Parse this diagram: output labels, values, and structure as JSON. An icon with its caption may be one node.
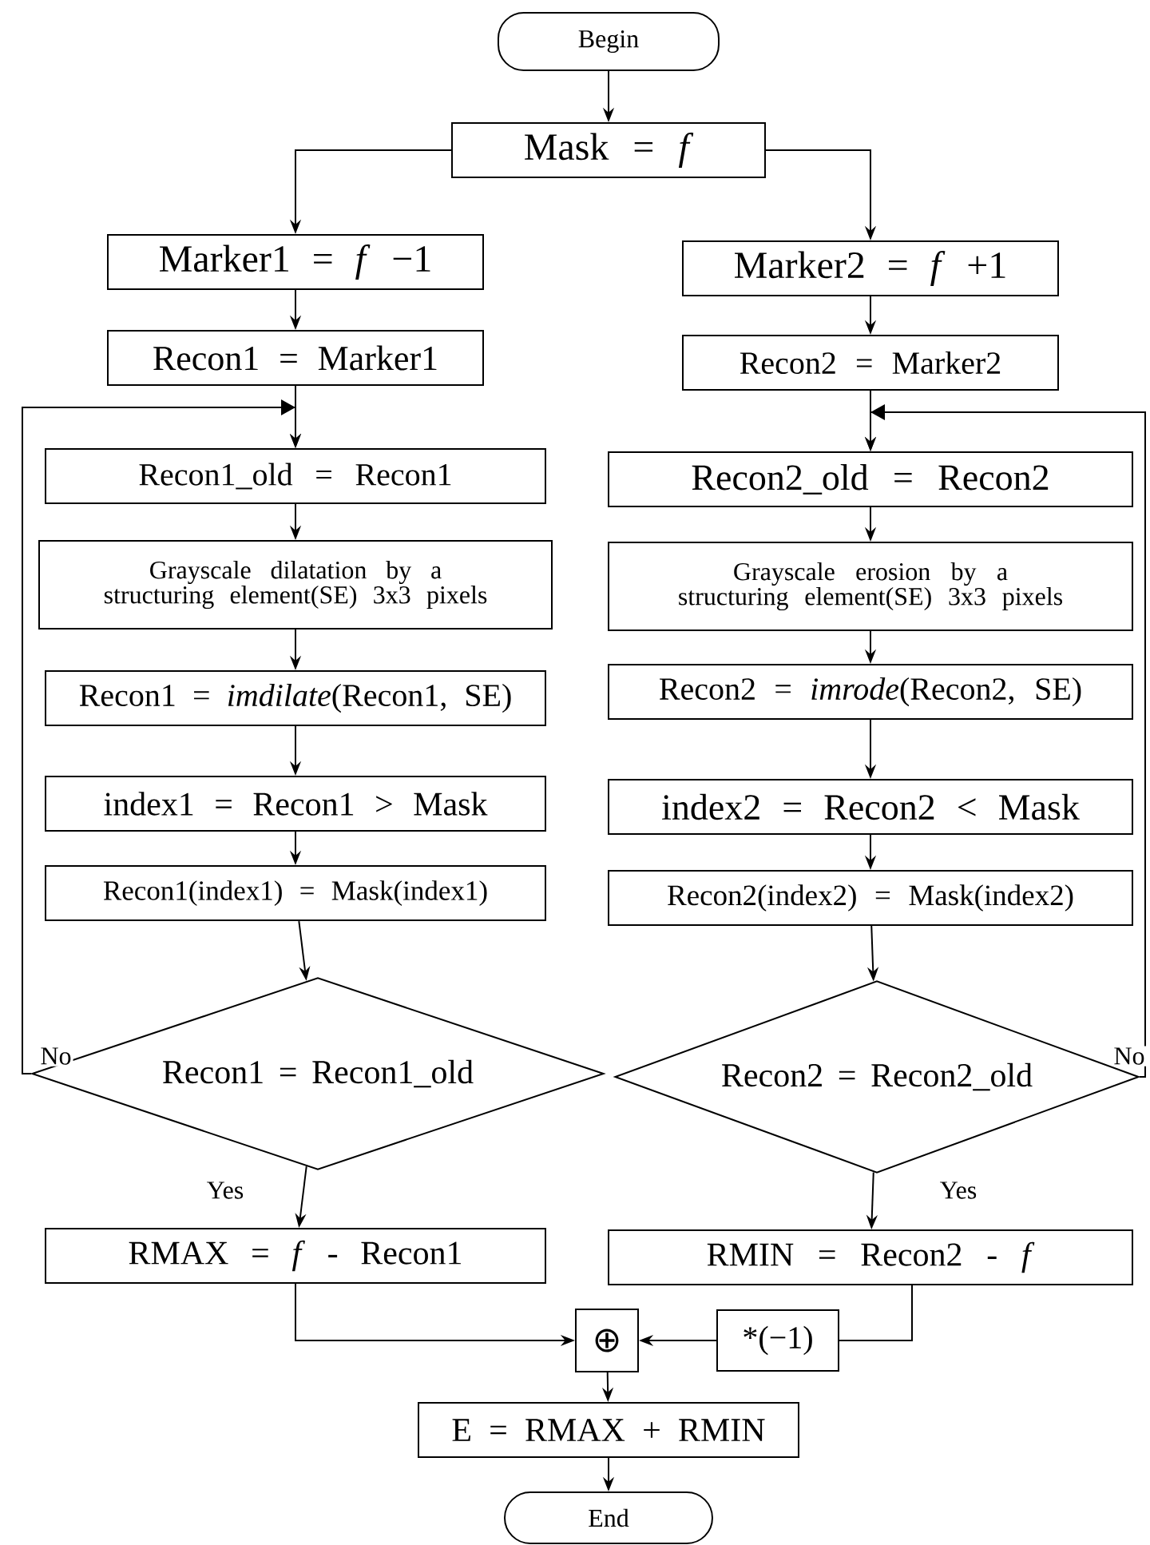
{
  "diagram": {
    "nodes": [
      {
        "text": [
          "Begin"
        ]
      },
      {
        "text": [
          "Mask = *f*"
        ]
      },
      {
        "text": [
          "Marker1 = *f* −1"
        ]
      },
      {
        "text": [
          "Marker2 = *f* +1"
        ]
      },
      {
        "text": [
          "Recon1 = Marker1"
        ]
      },
      {
        "text": [
          "Recon2 = Marker2"
        ]
      },
      {
        "text": [
          "Recon1_old = Recon1"
        ]
      },
      {
        "text": [
          "Recon2_old = Recon2"
        ]
      },
      {
        "text": [
          "Grayscale dilatation by a structuring element(SE) 3x3 pixels"
        ]
      },
      {
        "text": [
          "Grayscale erosion by a structuring element(SE) 3x3 pixels"
        ]
      },
      {
        "text": [
          "Recon1 = *imdilate*(Recon1, SE)"
        ]
      },
      {
        "text": [
          "Recon2 = *imrode*(Recon2, SE)"
        ]
      },
      {
        "text": [
          "index1 = Recon1 > Mask"
        ]
      },
      {
        "text": [
          "index2 = Recon2 < Mask"
        ]
      },
      {
        "text": [
          "Recon1(index1) = Mask(index1)"
        ]
      },
      {
        "text": [
          "Recon2(index2) = Mask(index2)"
        ]
      },
      {
        "text": [
          "Recon1 = Recon1_old"
        ]
      },
      {
        "text": [
          "Recon2 = Recon2_old"
        ]
      },
      {
        "text": [
          "RMAX = *f* - Recon1"
        ]
      },
      {
        "text": [
          "RMIN = Recon2 - *f*"
        ]
      },
      {
        "text": [
          "⊕"
        ]
      },
      {
        "text": [
          "*(−1)"
        ]
      },
      {
        "text": [
          "E = RMAX + RMIN"
        ]
      },
      {
        "text": [
          "End"
        ]
      }
    ],
    "edges": [
      {
        "from": 0,
        "to": 1,
        "arrow": "to"
      },
      {
        "from": 1,
        "to": 2,
        "arrow": "to"
      },
      {
        "from": 1,
        "to": 3,
        "arrow": "to"
      },
      {
        "from": 2,
        "to": 4,
        "arrow": "to"
      },
      {
        "from": 3,
        "to": 5,
        "arrow": "to"
      },
      {
        "from": 4,
        "to": 6,
        "arrow": "to"
      },
      {
        "from": 5,
        "to": 7,
        "arrow": "to"
      },
      {
        "from": 6,
        "to": 8,
        "arrow": "to"
      },
      {
        "from": 7,
        "to": 9,
        "arrow": "to"
      },
      {
        "from": 8,
        "to": 10,
        "arrow": "to"
      },
      {
        "from": 9,
        "to": 11,
        "arrow": "to"
      },
      {
        "from": 10,
        "to": 12,
        "arrow": "to"
      },
      {
        "from": 11,
        "to": 13,
        "arrow": "to"
      },
      {
        "from": 12,
        "to": 14,
        "arrow": "to"
      },
      {
        "from": 13,
        "to": 15,
        "arrow": "to"
      },
      {
        "from": 14,
        "to": 16,
        "arrow": "to"
      },
      {
        "from": 15,
        "to": 17,
        "arrow": "to"
      },
      {
        "from": 16,
        "to": 18,
        "arrow": "to",
        "label": "Yes"
      },
      {
        "from": 17,
        "to": 19,
        "arrow": "to",
        "label": "Yes"
      },
      {
        "from": 16,
        "to": 6,
        "arrow": "to",
        "label": "No"
      },
      {
        "from": 17,
        "to": 7,
        "arrow": "to",
        "label": "No"
      },
      {
        "from": 18,
        "to": 20,
        "arrow": "to"
      },
      {
        "from": 19,
        "to": 21,
        "arrow": "none"
      },
      {
        "from": 21,
        "to": 20,
        "arrow": "to"
      },
      {
        "from": 20,
        "to": 22,
        "arrow": "to"
      },
      {
        "from": 22,
        "to": 23,
        "arrow": "to"
      }
    ]
  }
}
